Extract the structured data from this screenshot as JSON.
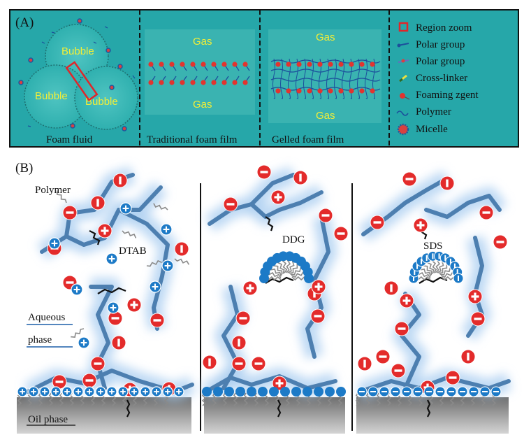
{
  "panel_a": {
    "label": "(A)",
    "bubble_label": "Bubble",
    "gas_label": "Gas",
    "captions": [
      "Foam fluid",
      "Traditional foam film",
      "Gelled foam film"
    ],
    "legend": [
      {
        "icon": "region-zoom-icon",
        "label": "Region zoom"
      },
      {
        "icon": "polar-group-icon",
        "label": "Polar group"
      },
      {
        "icon": "polar-group-alt-icon",
        "label": "Polar group"
      },
      {
        "icon": "cross-linker-icon",
        "label": "Cross-linker"
      },
      {
        "icon": "foaming-agent-icon",
        "label": "Foaming zgent"
      },
      {
        "icon": "polymer-icon",
        "label": "Polymer"
      },
      {
        "icon": "micelle-icon",
        "label": "Micelle"
      }
    ]
  },
  "panel_b": {
    "label": "(B)",
    "polymer_label": "Polymer",
    "aqueous_label_1": "Aqueous",
    "aqueous_label_2": "phase",
    "oil_label": "Oil phase",
    "surfactants": [
      "DTAB",
      "DDG",
      "SDS"
    ]
  },
  "colors": {
    "panel_bg": "#26a7a9",
    "gas_yellow": "#f2ee37",
    "polymer_blue": "#4d7fb0",
    "anion_red": "#e32b2b",
    "cation_blue": "#1c7ac7",
    "oil_gray": "#8a8a8a"
  }
}
